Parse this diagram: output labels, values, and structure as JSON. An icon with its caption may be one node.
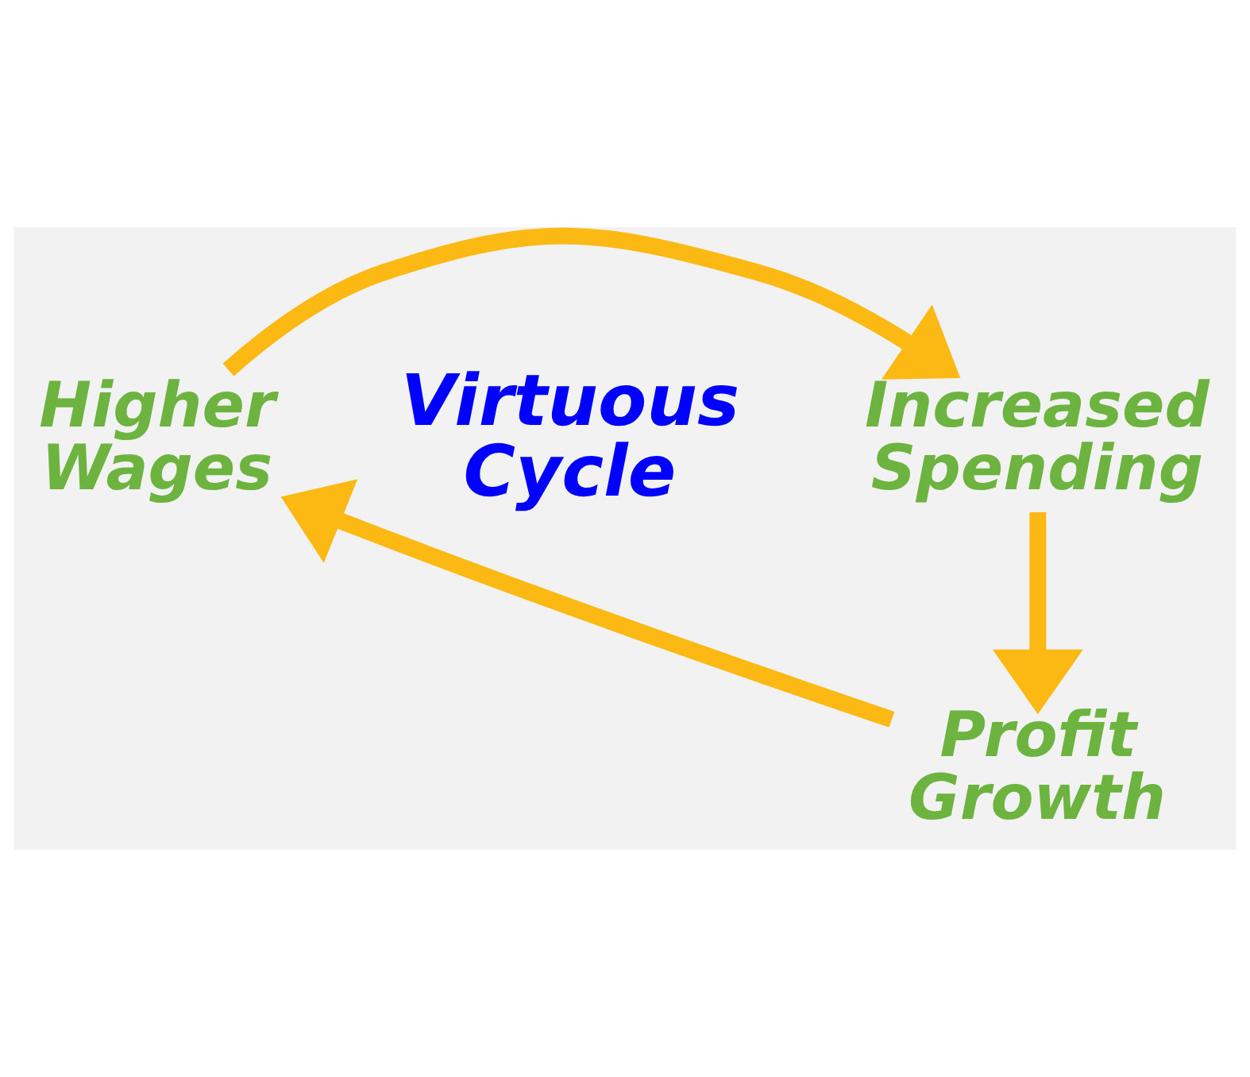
{
  "diagram": {
    "nodes": [
      {
        "text": [
          "Higher Wages"
        ]
      },
      {
        "text": [
          "Increased Spending"
        ]
      },
      {
        "text": [
          "Profit Growth"
        ]
      }
    ],
    "edges": [
      {
        "from": 0,
        "to": 1,
        "arrow": "to"
      },
      {
        "from": 1,
        "to": 2,
        "arrow": "to"
      },
      {
        "from": 2,
        "to": 0,
        "arrow": "to"
      }
    ],
    "labels": [
      "Virtuous Cycle"
    ]
  }
}
